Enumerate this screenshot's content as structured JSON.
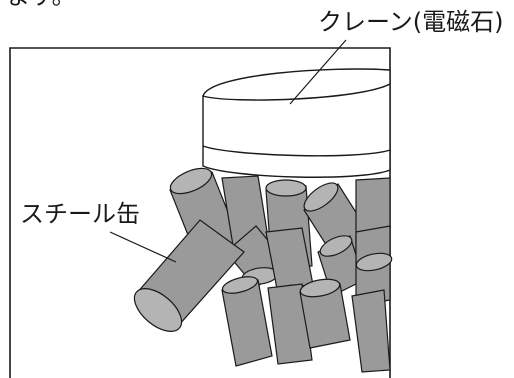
{
  "top_partial_text": "ます。",
  "labels": {
    "crane": "クレーン(電磁石)",
    "cans": "スチール缶"
  },
  "colors": {
    "can_fill": "#9a9a9a",
    "can_end": "#b4b4b4",
    "line": "#1a1a1a",
    "background": "#ffffff"
  }
}
